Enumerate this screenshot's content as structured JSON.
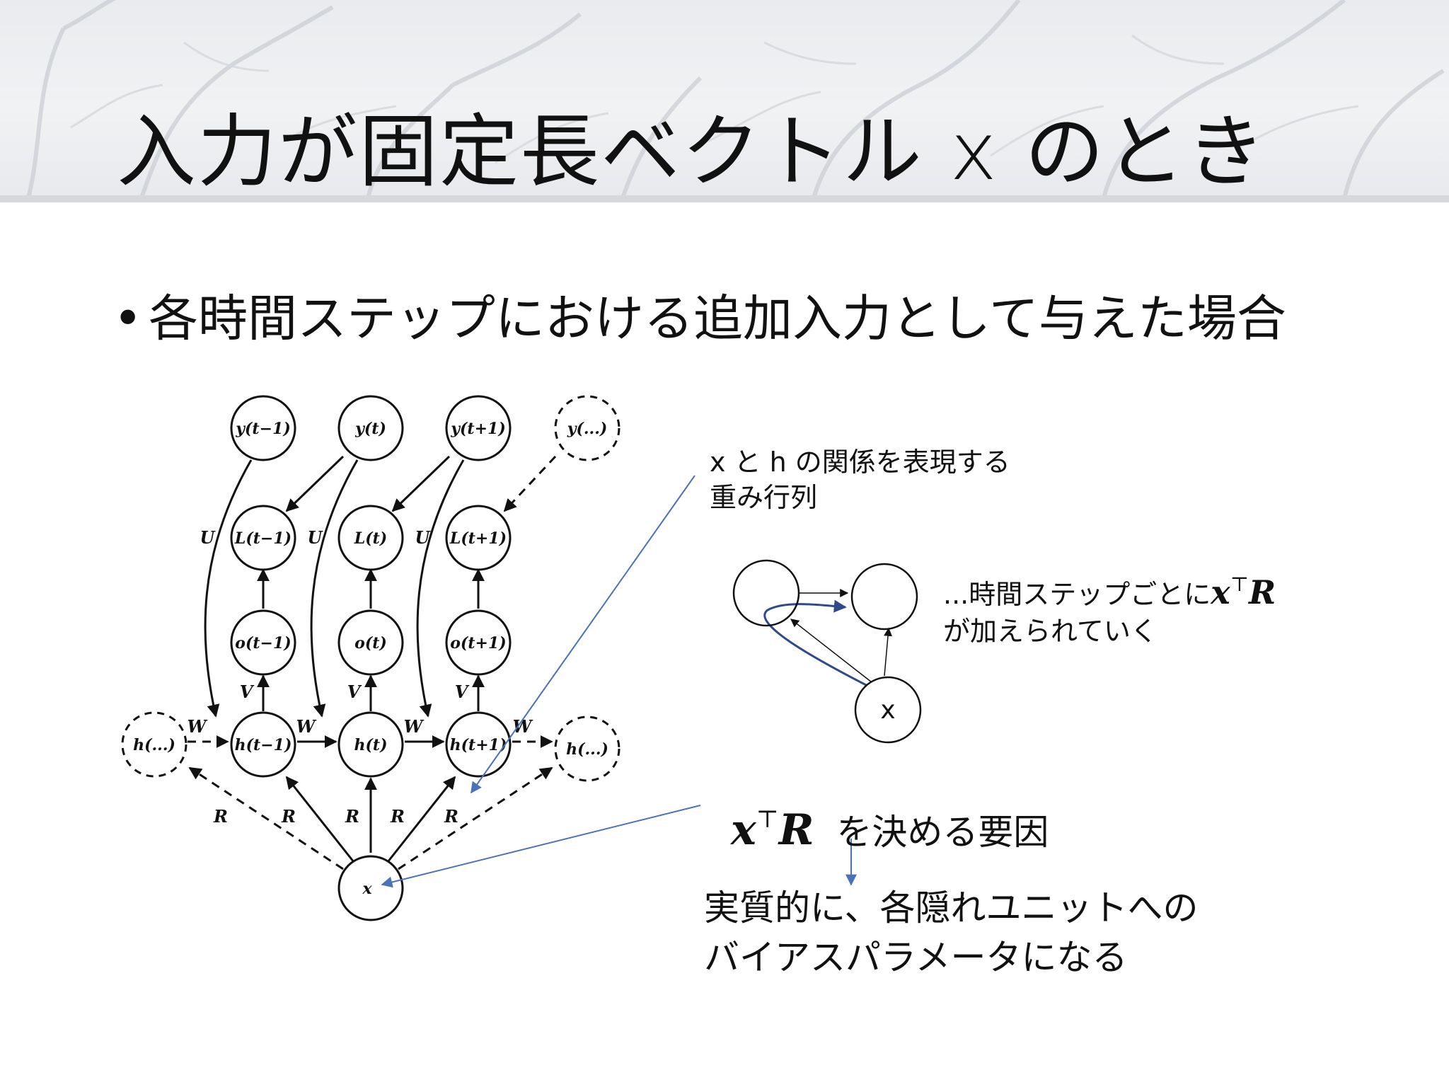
{
  "slide": {
    "title": "入力が固定長ベクトル x のとき",
    "bullet_marker": "•",
    "bullet": "各時間ステップにおける追加入力として与えた場合"
  },
  "diagram": {
    "nodes": {
      "y_prev": "y(t−1)",
      "y_cur": "y(t)",
      "y_next": "y(t+1)",
      "y_more": "y(...)",
      "L_prev": "L(t−1)",
      "L_cur": "L(t)",
      "L_next": "L(t+1)",
      "o_prev": "o(t−1)",
      "o_cur": "o(t)",
      "o_next": "o(t+1)",
      "h_before": "h(...)",
      "h_prev": "h(t−1)",
      "h_cur": "h(t)",
      "h_next": "h(t+1)",
      "h_after": "h(...)",
      "x": "x"
    },
    "edge_labels": {
      "U": "U",
      "V": "V",
      "W": "W",
      "R": "R"
    },
    "small": {
      "x_node": "x"
    }
  },
  "annotations": {
    "xh_line1": "x と h の関係を表現する",
    "xh_line2": "重み行列",
    "added_prefix": "...時間ステップごとに",
    "added_math": "x",
    "added_sup": "⊤",
    "added_math2": "R",
    "added_line2": "が加えられていく",
    "factor_math": "x",
    "factor_sup": "⊤",
    "factor_math2": "R",
    "factor_text": "を決める要因",
    "conclusion_line1": "実質的に、各隠れユニットへの",
    "conclusion_line2": "バイアスパラメータになる"
  },
  "colors": {
    "blue_arrow": "#4a72b8",
    "dark_blue": "#2f4a8a",
    "ink": "#111111"
  }
}
